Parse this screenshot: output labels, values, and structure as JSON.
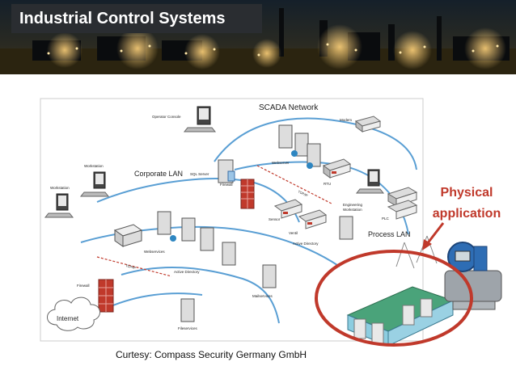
{
  "slide": {
    "title": "Industrial Control Systems",
    "caption": "Curtesy: Compass Security Germany GmbH",
    "callout": [
      "Physical",
      "application"
    ]
  },
  "diagram": {
    "networks": {
      "scada": "SCADA Network",
      "corporate": "Corporate LAN",
      "process": "Process LAN",
      "internet": "Internet"
    },
    "nodes": {
      "operator_console": "Operator Console",
      "modem": "Modem",
      "workstation_top": "Workstation",
      "workstation_left": "Workstation",
      "sql_server": "SQL Server",
      "webserver": "Webserver",
      "rtu": "RTU",
      "engineering_workstation": [
        "Engineering",
        "Workstation"
      ],
      "plc": "PLC",
      "firewall_mid": "Firewall",
      "sensor": "Sensor",
      "ventil": "Ventil",
      "active_directory_right": "Active Directory",
      "webservices": "Webservices",
      "active_directory_left": "Active Directory",
      "firewall_bottom": "Firewall",
      "mailservices": "Mailservices",
      "fileservices": "Fileservices",
      "tcpip_top": "TCP/IP",
      "tcpip_bottom": "TCP/IP"
    }
  },
  "colors": {
    "callout": "#c0392b",
    "network_line": "#5a9fd4",
    "firewall": "#c0392b",
    "banner_lights": "#f0b84a"
  }
}
